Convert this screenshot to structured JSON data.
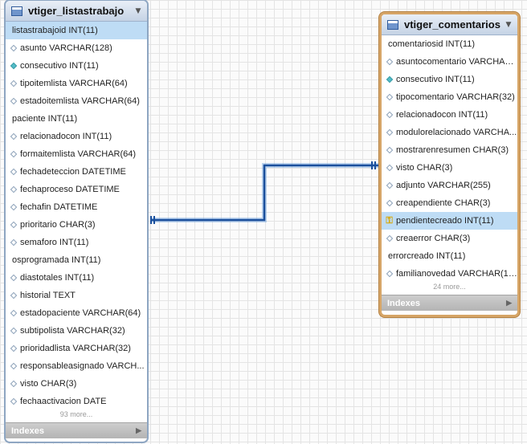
{
  "tables": [
    {
      "name": "vtiger_listastrabajo",
      "columns": [
        {
          "name": "listastrabajoid INT(11)",
          "icon": "none",
          "highlight": true
        },
        {
          "name": "asunto VARCHAR(128)",
          "icon": "plain"
        },
        {
          "name": "consecutivo INT(11)",
          "icon": "teal"
        },
        {
          "name": "tipoitemlista VARCHAR(64)",
          "icon": "plain"
        },
        {
          "name": "estadoitemlista VARCHAR(64)",
          "icon": "plain"
        },
        {
          "name": "paciente INT(11)",
          "icon": "none"
        },
        {
          "name": "relacionadocon INT(11)",
          "icon": "plain"
        },
        {
          "name": "formaitemlista VARCHAR(64)",
          "icon": "plain"
        },
        {
          "name": "fechadeteccion DATETIME",
          "icon": "plain"
        },
        {
          "name": "fechaproceso DATETIME",
          "icon": "plain"
        },
        {
          "name": "fechafin DATETIME",
          "icon": "plain"
        },
        {
          "name": "prioritario CHAR(3)",
          "icon": "plain"
        },
        {
          "name": "semaforo INT(11)",
          "icon": "plain"
        },
        {
          "name": "osprogramada INT(11)",
          "icon": "none"
        },
        {
          "name": "diastotales INT(11)",
          "icon": "plain"
        },
        {
          "name": "historial TEXT",
          "icon": "plain"
        },
        {
          "name": "estadopaciente VARCHAR(64)",
          "icon": "plain"
        },
        {
          "name": "subtipolista VARCHAR(32)",
          "icon": "plain"
        },
        {
          "name": "prioridadlista VARCHAR(32)",
          "icon": "plain"
        },
        {
          "name": "responsableasignado VARCH...",
          "icon": "plain"
        },
        {
          "name": "visto CHAR(3)",
          "icon": "plain"
        },
        {
          "name": "fechaactivacion DATE",
          "icon": "plain"
        }
      ],
      "more": "93 more...",
      "indexes_label": "Indexes"
    },
    {
      "name": "vtiger_comentarios",
      "columns": [
        {
          "name": "comentariosid INT(11)",
          "icon": "none"
        },
        {
          "name": "asuntocomentario VARCHAR...",
          "icon": "plain"
        },
        {
          "name": "consecutivo INT(11)",
          "icon": "teal"
        },
        {
          "name": "tipocomentario VARCHAR(32)",
          "icon": "plain"
        },
        {
          "name": "relacionadocon INT(11)",
          "icon": "plain"
        },
        {
          "name": "modulorelacionado VARCHA...",
          "icon": "plain"
        },
        {
          "name": "mostrarenresumen CHAR(3)",
          "icon": "plain"
        },
        {
          "name": "visto CHAR(3)",
          "icon": "plain"
        },
        {
          "name": "adjunto VARCHAR(255)",
          "icon": "plain"
        },
        {
          "name": "creapendiente CHAR(3)",
          "icon": "plain"
        },
        {
          "name": "pendientecreado INT(11)",
          "icon": "key",
          "highlight": true
        },
        {
          "name": "creaerror CHAR(3)",
          "icon": "plain"
        },
        {
          "name": "errorcreado INT(11)",
          "icon": "none"
        },
        {
          "name": "familianovedad VARCHAR(12...",
          "icon": "plain"
        }
      ],
      "more": "24 more...",
      "indexes_label": "Indexes"
    }
  ],
  "colors": {
    "relation_line": "#1a4f9c",
    "selected_border": "#d6a567",
    "highlight_row": "#bedcf5",
    "table_border": "#8ea6c2"
  },
  "icons": {
    "table_icon": "table-grid-icon",
    "collapse_icon": "chevron-down-icon",
    "expand_icon": "triangle-right-icon",
    "column_icon": "diamond-icon",
    "key_icon": "key-icon"
  }
}
